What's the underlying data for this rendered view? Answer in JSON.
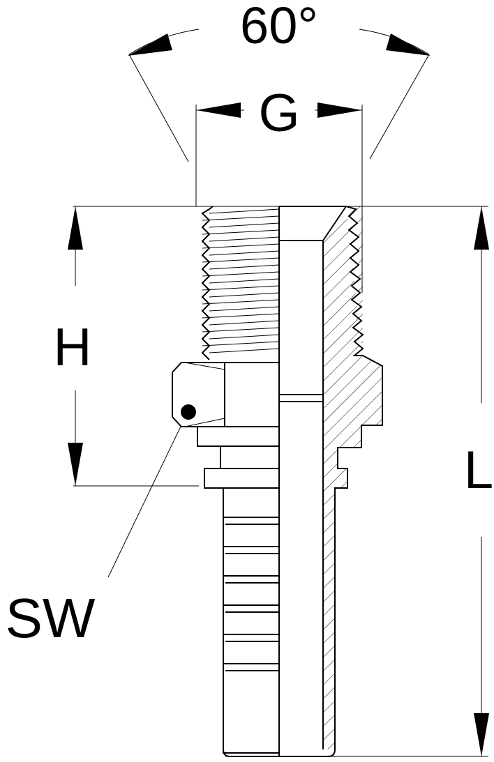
{
  "labels": {
    "angle": "60°",
    "thread": "G",
    "height": "H",
    "length": "L",
    "spanner": "SW"
  },
  "colors": {
    "line": "#000000",
    "background": "#ffffff"
  }
}
